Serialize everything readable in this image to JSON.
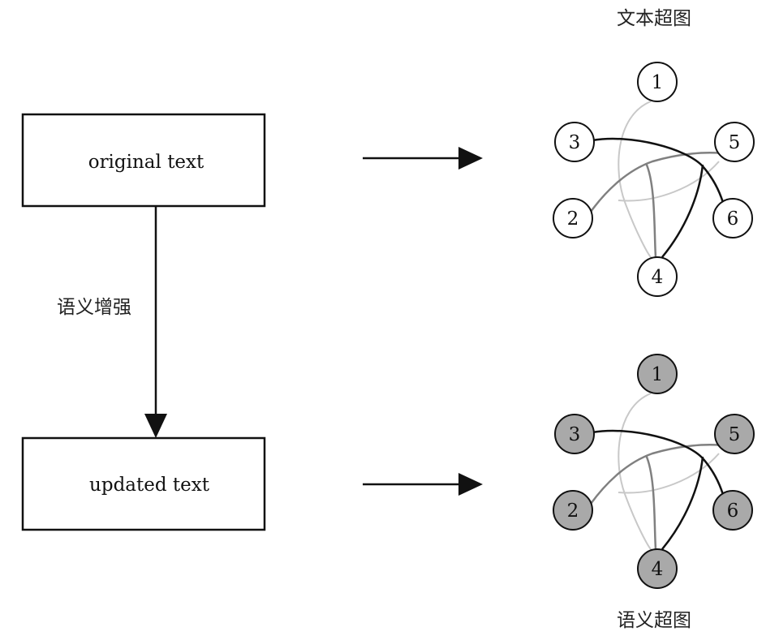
{
  "boxes": {
    "original": "original text",
    "updated": "updated text"
  },
  "edge_label": "语义增强",
  "hypergraphs": {
    "text": {
      "title": "文本超图",
      "node_fill": "#ffffff",
      "nodes": [
        "1",
        "2",
        "3",
        "4",
        "5",
        "6"
      ]
    },
    "semantic": {
      "title": "语义超图",
      "node_fill": "#a9a9a9",
      "nodes": [
        "1",
        "2",
        "3",
        "4",
        "5",
        "6"
      ]
    }
  },
  "colors": {
    "line": "#111111",
    "edge_light": "#c8c8c8",
    "edge_mid": "#808080",
    "edge_dark": "#111111"
  }
}
